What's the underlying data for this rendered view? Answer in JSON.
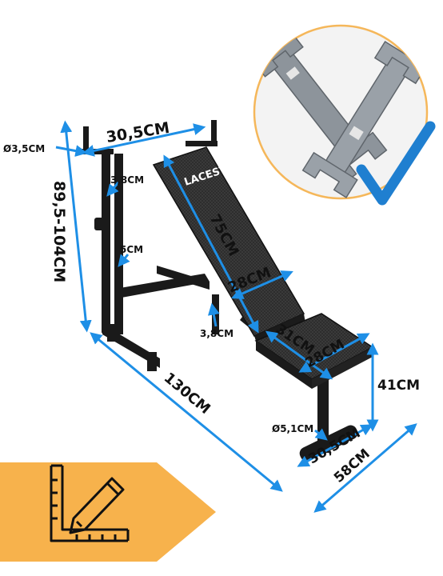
{
  "brand": "LACESTONE",
  "dimensions": {
    "pipe_diameter": "Ø3,5CM",
    "rack_width": "30,5CM",
    "upright_3_8": "3,8CM",
    "rack_height": "89,5-104CM",
    "upright_5": "5CM",
    "backrest_length": "75CM",
    "backrest_width": "28CM",
    "frame_3_8": "3,8CM",
    "seat_length": "31CM",
    "seat_width": "28CM",
    "seat_height": "41CM",
    "total_length": "130CM",
    "foot_diameter": "Ø5,1CM",
    "foot_width": "30,5CM",
    "total_width": "58CM"
  },
  "colors": {
    "accent_blue": "#1e8fe6",
    "badge_orange": "#f7b24c",
    "frame_black": "#1a1a1a",
    "pad_grey": "#2b2b2b",
    "wrench_grey": "#8d949b",
    "check_blue": "#1f7fd0"
  },
  "icons": {
    "wrench_badge": "wrench-set-icon",
    "checkmark": "checkmark-icon",
    "measure_badge": "ruler-pencil-icon"
  }
}
